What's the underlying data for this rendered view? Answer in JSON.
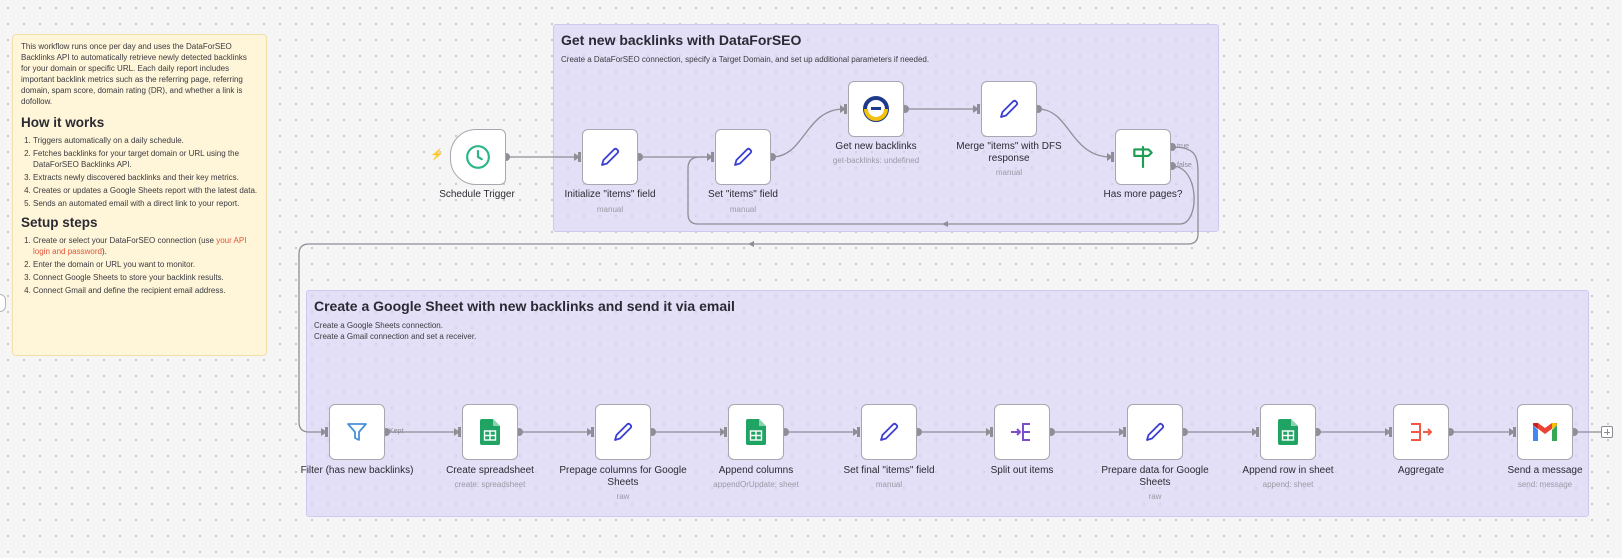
{
  "sticky": {
    "intro": "This workflow runs once per day and uses the DataForSEO Backlinks API to automatically retrieve newly detected backlinks for your domain or specific URL. Each daily report includes important backlink metrics such as the referring page, referring domain, spam score, domain rating (DR), and whether a link is dofollow.",
    "how_title": "How it works",
    "how_steps": [
      "Triggers automatically on a daily schedule.",
      "Fetches backlinks for your target domain or URL using the DataForSEO Backlinks API.",
      "Extracts newly discovered backlinks and their key metrics.",
      "Creates or updates a Google Sheets report with the latest data.",
      "Sends an automated email with a direct link to your report."
    ],
    "setup_title": "Setup steps",
    "setup_step1_before": "Create or select your DataForSEO connection (use ",
    "setup_step1_link": "your API login and password",
    "setup_step1_after": ").",
    "setup_steps": [
      "Enter the domain or URL you want to monitor.",
      "Connect Google Sheets to store your backlink results.",
      "Connect Gmail and define the recipient email address."
    ]
  },
  "group1": {
    "title": "Get new backlinks with DataForSEO",
    "desc": "Create a DataForSEO connection, specify a Target Domain, and set up additional parameters if needed."
  },
  "group2": {
    "title": "Create a Google Sheet with new backlinks and send it via email",
    "desc_line1": "Create a Google Sheets connection.",
    "desc_line2": "Create a Gmail connection and set a receiver."
  },
  "nodes": {
    "schedule": {
      "label": "Schedule Trigger",
      "icon": "clock-icon"
    },
    "init_items": {
      "label": "Initialize \"items\" field",
      "sub": "manual",
      "icon": "pencil-icon"
    },
    "set_items": {
      "label": "Set \"items\" field",
      "sub": "manual",
      "icon": "pencil-icon"
    },
    "get_backlinks": {
      "label": "Get new backlinks",
      "sub": "get-backlinks: undefined",
      "icon": "dataforseo-icon"
    },
    "merge_items": {
      "label": "Merge \"items\" with DFS response",
      "sub": "manual",
      "icon": "pencil-icon"
    },
    "has_more": {
      "label": "Has more pages?",
      "icon": "signpost-icon"
    },
    "filter": {
      "label": "Filter (has new backlinks)",
      "icon": "filter-icon"
    },
    "create_sheet": {
      "label": "Create spreadsheet",
      "sub": "create: spreadsheet",
      "icon": "google-sheets-icon"
    },
    "prepage_cols": {
      "label": "Prepage columns for Google Sheets",
      "sub": "raw",
      "icon": "pencil-icon"
    },
    "append_cols": {
      "label": "Append columns",
      "sub": "appendOrUpdate: sheet",
      "icon": "google-sheets-icon"
    },
    "set_final": {
      "label": "Set final \"items\" field",
      "sub": "manual",
      "icon": "pencil-icon"
    },
    "split_out": {
      "label": "Split out items",
      "icon": "split-icon"
    },
    "prepare_data": {
      "label": "Prepare data for Google Sheets",
      "sub": "raw",
      "icon": "pencil-icon"
    },
    "append_row": {
      "label": "Append row in sheet",
      "sub": "append: sheet",
      "icon": "google-sheets-icon"
    },
    "aggregate": {
      "label": "Aggregate",
      "icon": "aggregate-icon"
    },
    "send_message": {
      "label": "Send a message",
      "sub": "send: message",
      "icon": "gmail-icon"
    }
  },
  "edge_labels": {
    "true": "true",
    "false": "false",
    "kept": "Kept"
  },
  "colors": {
    "canvas": "#f5f5f6",
    "group": "#d8d2f6",
    "sticky": "#fff5d9",
    "pencil": "#3b3fd1",
    "sheets": "#1fa463",
    "signpost": "#1f9d55",
    "accent": "#ff6d5a"
  }
}
